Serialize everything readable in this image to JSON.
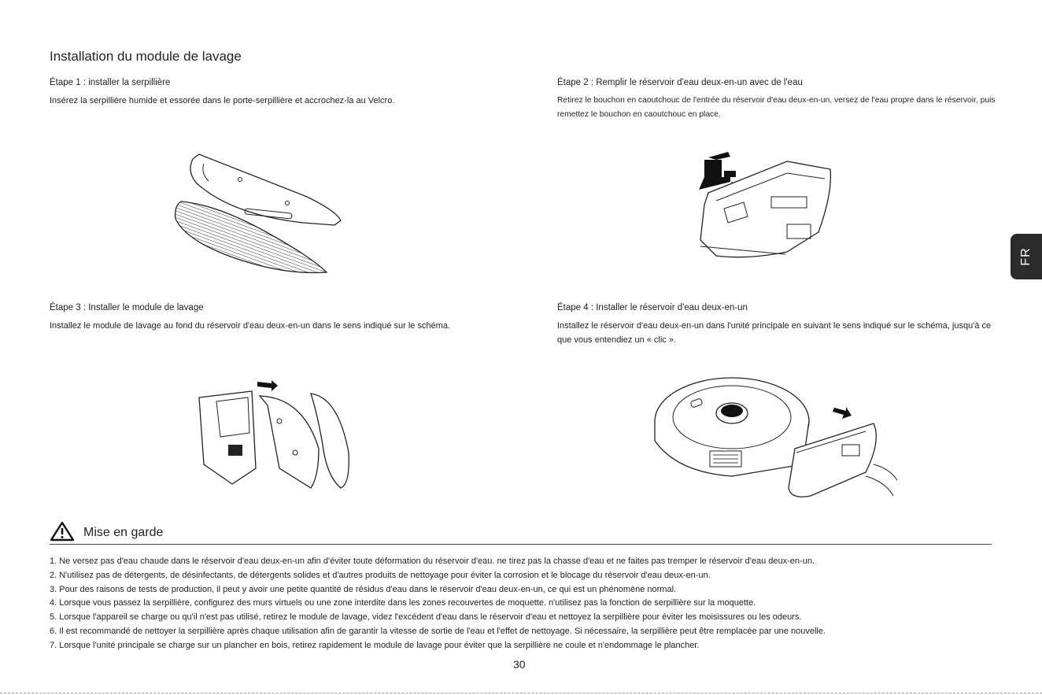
{
  "page": {
    "title": "Installation du module de lavage",
    "side_tab": "FR",
    "page_number": "30"
  },
  "steps": [
    {
      "title": "Étape 1 : installer la serpillière",
      "body": "Insérez la serpillière humide et essorée dans le porte-serpillière et accrochez-la au Velcro."
    },
    {
      "title": "Étape 2 : Remplir le réservoir d'eau deux-en-un avec de l'eau",
      "body": "Retirez le bouchon en caoutchouc de l'entrée du réservoir d'eau deux-en-un, versez de l'eau propre dans le réservoir, puis remettez le bouchon en caoutchouc en place."
    },
    {
      "title": "Étape 3 : Installer le module de lavage",
      "body": "Installez le module de lavage au fond du réservoir d'eau deux-en-un dans le sens indiqué sur le schéma."
    },
    {
      "title": "Étape 4 : Installer le réservoir d'eau deux-en-un",
      "body": "Installez le réservoir d'eau deux-en-un dans l'unité principale en suivant le sens indiqué sur le schéma, jusqu'à ce que vous entendiez un « clic »."
    }
  ],
  "warning": {
    "icon": "warning-triangle-icon",
    "title": "Mise en garde",
    "items": [
      "1. Ne versez pas d'eau chaude dans le réservoir d'eau deux-en-un afin d'éviter toute déformation du réservoir d'eau. ne tirez pas la chasse d'eau et ne faites pas tremper le réservoir d'eau deux-en-un.",
      "2. N'utilisez pas de détergents, de désinfectants, de détergents solides et d'autres produits de nettoyage pour éviter la corrosion et le blocage du réservoir d'eau deux-en-un.",
      "3. Pour des raisons de tests de production, il peut y avoir une petite quantité de résidus d'eau dans le réservoir d'eau deux-en-un, ce qui est un phénomène normal.",
      "4. Lorsque vous passez la serpillière, configurez des murs virtuels ou une zone interdite dans les zones recouvertes de moquette. n'utilisez pas la fonction de serpillière sur la moquette.",
      "5. Lorsque l'appareil se charge ou qu'il n'est pas utilisé, retirez le module de lavage, videz l'excédent d'eau dans le réservoir d'eau et nettoyez la serpillière pour éviter les moisissures ou les odeurs.",
      "6. Il est recommandé de nettoyer la serpillière après chaque utilisation afin de garantir la vitesse de sortie de l'eau et l'effet de nettoyage. Si nécessaire, la serpillière peut être remplacée par une nouvelle.",
      "7. Lorsque l'unité principale se charge sur un plancher en bois, retirez rapidement le module de lavage pour éviter que la serpillière ne coule et n'endommage le plancher."
    ]
  },
  "colors": {
    "text": "#1a1a1a",
    "tab_background": "#2b2b2b",
    "tab_text": "#ffffff"
  }
}
